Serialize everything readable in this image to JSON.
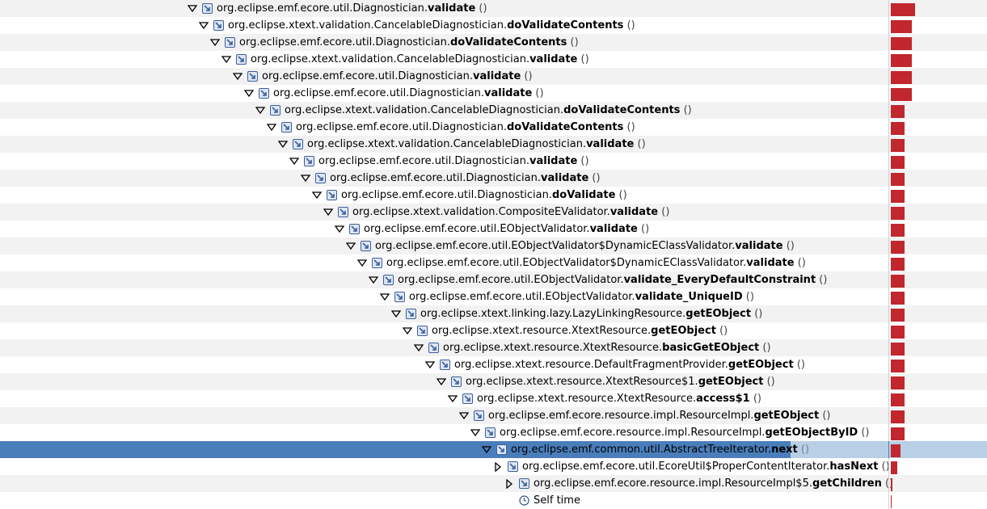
{
  "tree": {
    "rows": [
      {
        "prefix": "org.eclipse.emf.ecore.util.Diagnostician.",
        "method": "validate",
        "params": "()",
        "state": "expanded",
        "percent": 1.0
      },
      {
        "prefix": "org.eclipse.xtext.validation.CancelableDiagnostician.",
        "method": "doValidateContents",
        "params": "()",
        "state": "expanded",
        "percent": 0.87
      },
      {
        "prefix": "org.eclipse.emf.ecore.util.Diagnostician.",
        "method": "doValidateContents",
        "params": "()",
        "state": "expanded",
        "percent": 0.87
      },
      {
        "prefix": "org.eclipse.xtext.validation.CancelableDiagnostician.",
        "method": "validate",
        "params": "()",
        "state": "expanded",
        "percent": 0.87
      },
      {
        "prefix": "org.eclipse.emf.ecore.util.Diagnostician.",
        "method": "validate",
        "params": "()",
        "state": "expanded",
        "percent": 0.87
      },
      {
        "prefix": "org.eclipse.emf.ecore.util.Diagnostician.",
        "method": "validate",
        "params": "()",
        "state": "expanded",
        "percent": 0.87
      },
      {
        "prefix": "org.eclipse.xtext.validation.CancelableDiagnostician.",
        "method": "doValidateContents",
        "params": "()",
        "state": "expanded",
        "percent": 0.55
      },
      {
        "prefix": "org.eclipse.emf.ecore.util.Diagnostician.",
        "method": "doValidateContents",
        "params": "()",
        "state": "expanded",
        "percent": 0.55
      },
      {
        "prefix": "org.eclipse.xtext.validation.CancelableDiagnostician.",
        "method": "validate",
        "params": "()",
        "state": "expanded",
        "percent": 0.55
      },
      {
        "prefix": "org.eclipse.emf.ecore.util.Diagnostician.",
        "method": "validate",
        "params": "()",
        "state": "expanded",
        "percent": 0.55
      },
      {
        "prefix": "org.eclipse.emf.ecore.util.Diagnostician.",
        "method": "validate",
        "params": "()",
        "state": "expanded",
        "percent": 0.55
      },
      {
        "prefix": "org.eclipse.emf.ecore.util.Diagnostician.",
        "method": "doValidate",
        "params": "()",
        "state": "expanded",
        "percent": 0.55
      },
      {
        "prefix": "org.eclipse.xtext.validation.CompositeEValidator.",
        "method": "validate",
        "params": "()",
        "state": "expanded",
        "percent": 0.55
      },
      {
        "prefix": "org.eclipse.emf.ecore.util.EObjectValidator.",
        "method": "validate",
        "params": "()",
        "state": "expanded",
        "percent": 0.55
      },
      {
        "prefix": "org.eclipse.emf.ecore.util.EObjectValidator$DynamicEClassValidator.",
        "method": "validate",
        "params": "()",
        "state": "expanded",
        "percent": 0.55
      },
      {
        "prefix": "org.eclipse.emf.ecore.util.EObjectValidator$DynamicEClassValidator.",
        "method": "validate",
        "params": "()",
        "state": "expanded",
        "percent": 0.55
      },
      {
        "prefix": "org.eclipse.emf.ecore.util.EObjectValidator.",
        "method": "validate_EveryDefaultConstraint",
        "params": "()",
        "state": "expanded",
        "percent": 0.55
      },
      {
        "prefix": "org.eclipse.emf.ecore.util.EObjectValidator.",
        "method": "validate_UniqueID",
        "params": "()",
        "state": "expanded",
        "percent": 0.55
      },
      {
        "prefix": "org.eclipse.xtext.linking.lazy.LazyLinkingResource.",
        "method": "getEObject",
        "params": "()",
        "state": "expanded",
        "percent": 0.55
      },
      {
        "prefix": "org.eclipse.xtext.resource.XtextResource.",
        "method": "getEObject",
        "params": "()",
        "state": "expanded",
        "percent": 0.55
      },
      {
        "prefix": "org.eclipse.xtext.resource.XtextResource.",
        "method": "basicGetEObject",
        "params": "()",
        "state": "expanded",
        "percent": 0.55
      },
      {
        "prefix": "org.eclipse.xtext.resource.DefaultFragmentProvider.",
        "method": "getEObject",
        "params": "()",
        "state": "expanded",
        "percent": 0.55
      },
      {
        "prefix": "org.eclipse.xtext.resource.XtextResource$1.",
        "method": "getEObject",
        "params": "()",
        "state": "expanded",
        "percent": 0.55
      },
      {
        "prefix": "org.eclipse.xtext.resource.XtextResource.",
        "method": "access$1",
        "params": "()",
        "state": "expanded",
        "percent": 0.55
      },
      {
        "prefix": "org.eclipse.emf.ecore.resource.impl.ResourceImpl.",
        "method": "getEObject",
        "params": "()",
        "state": "expanded",
        "percent": 0.55
      },
      {
        "prefix": "org.eclipse.emf.ecore.resource.impl.ResourceImpl.",
        "method": "getEObjectByID",
        "params": "()",
        "state": "expanded",
        "percent": 0.55
      },
      {
        "prefix": "org.eclipse.emf.common.util.AbstractTreeIterator.",
        "method": "next",
        "params": "()",
        "state": "expanded",
        "percent": 0.4,
        "selected": true
      },
      {
        "prefix": "org.eclipse.emf.ecore.util.EcoreUtil$ProperContentIterator.",
        "method": "hasNext",
        "params": "()",
        "state": "collapsed",
        "percent": 0.27
      },
      {
        "prefix": "org.eclipse.emf.ecore.resource.impl.ResourceImpl$5.",
        "method": "getChildren",
        "params": "()",
        "state": "collapsed",
        "percent": 0.07
      },
      {
        "prefix": "Self time",
        "method": "",
        "params": "",
        "state": "leaf",
        "percent": 0.03,
        "self_time": true
      }
    ]
  },
  "colors": {
    "bar": "#c1272d",
    "selection": "#b8cfe5",
    "selection_strip": "#4a7ebb",
    "alt_row": "#f2f2f2",
    "icon": "#3b5f9e"
  },
  "icons": {
    "expanded": "triangle-down-icon",
    "collapsed": "triangle-right-icon",
    "method": "method-call-icon",
    "self_time": "clock-icon"
  }
}
